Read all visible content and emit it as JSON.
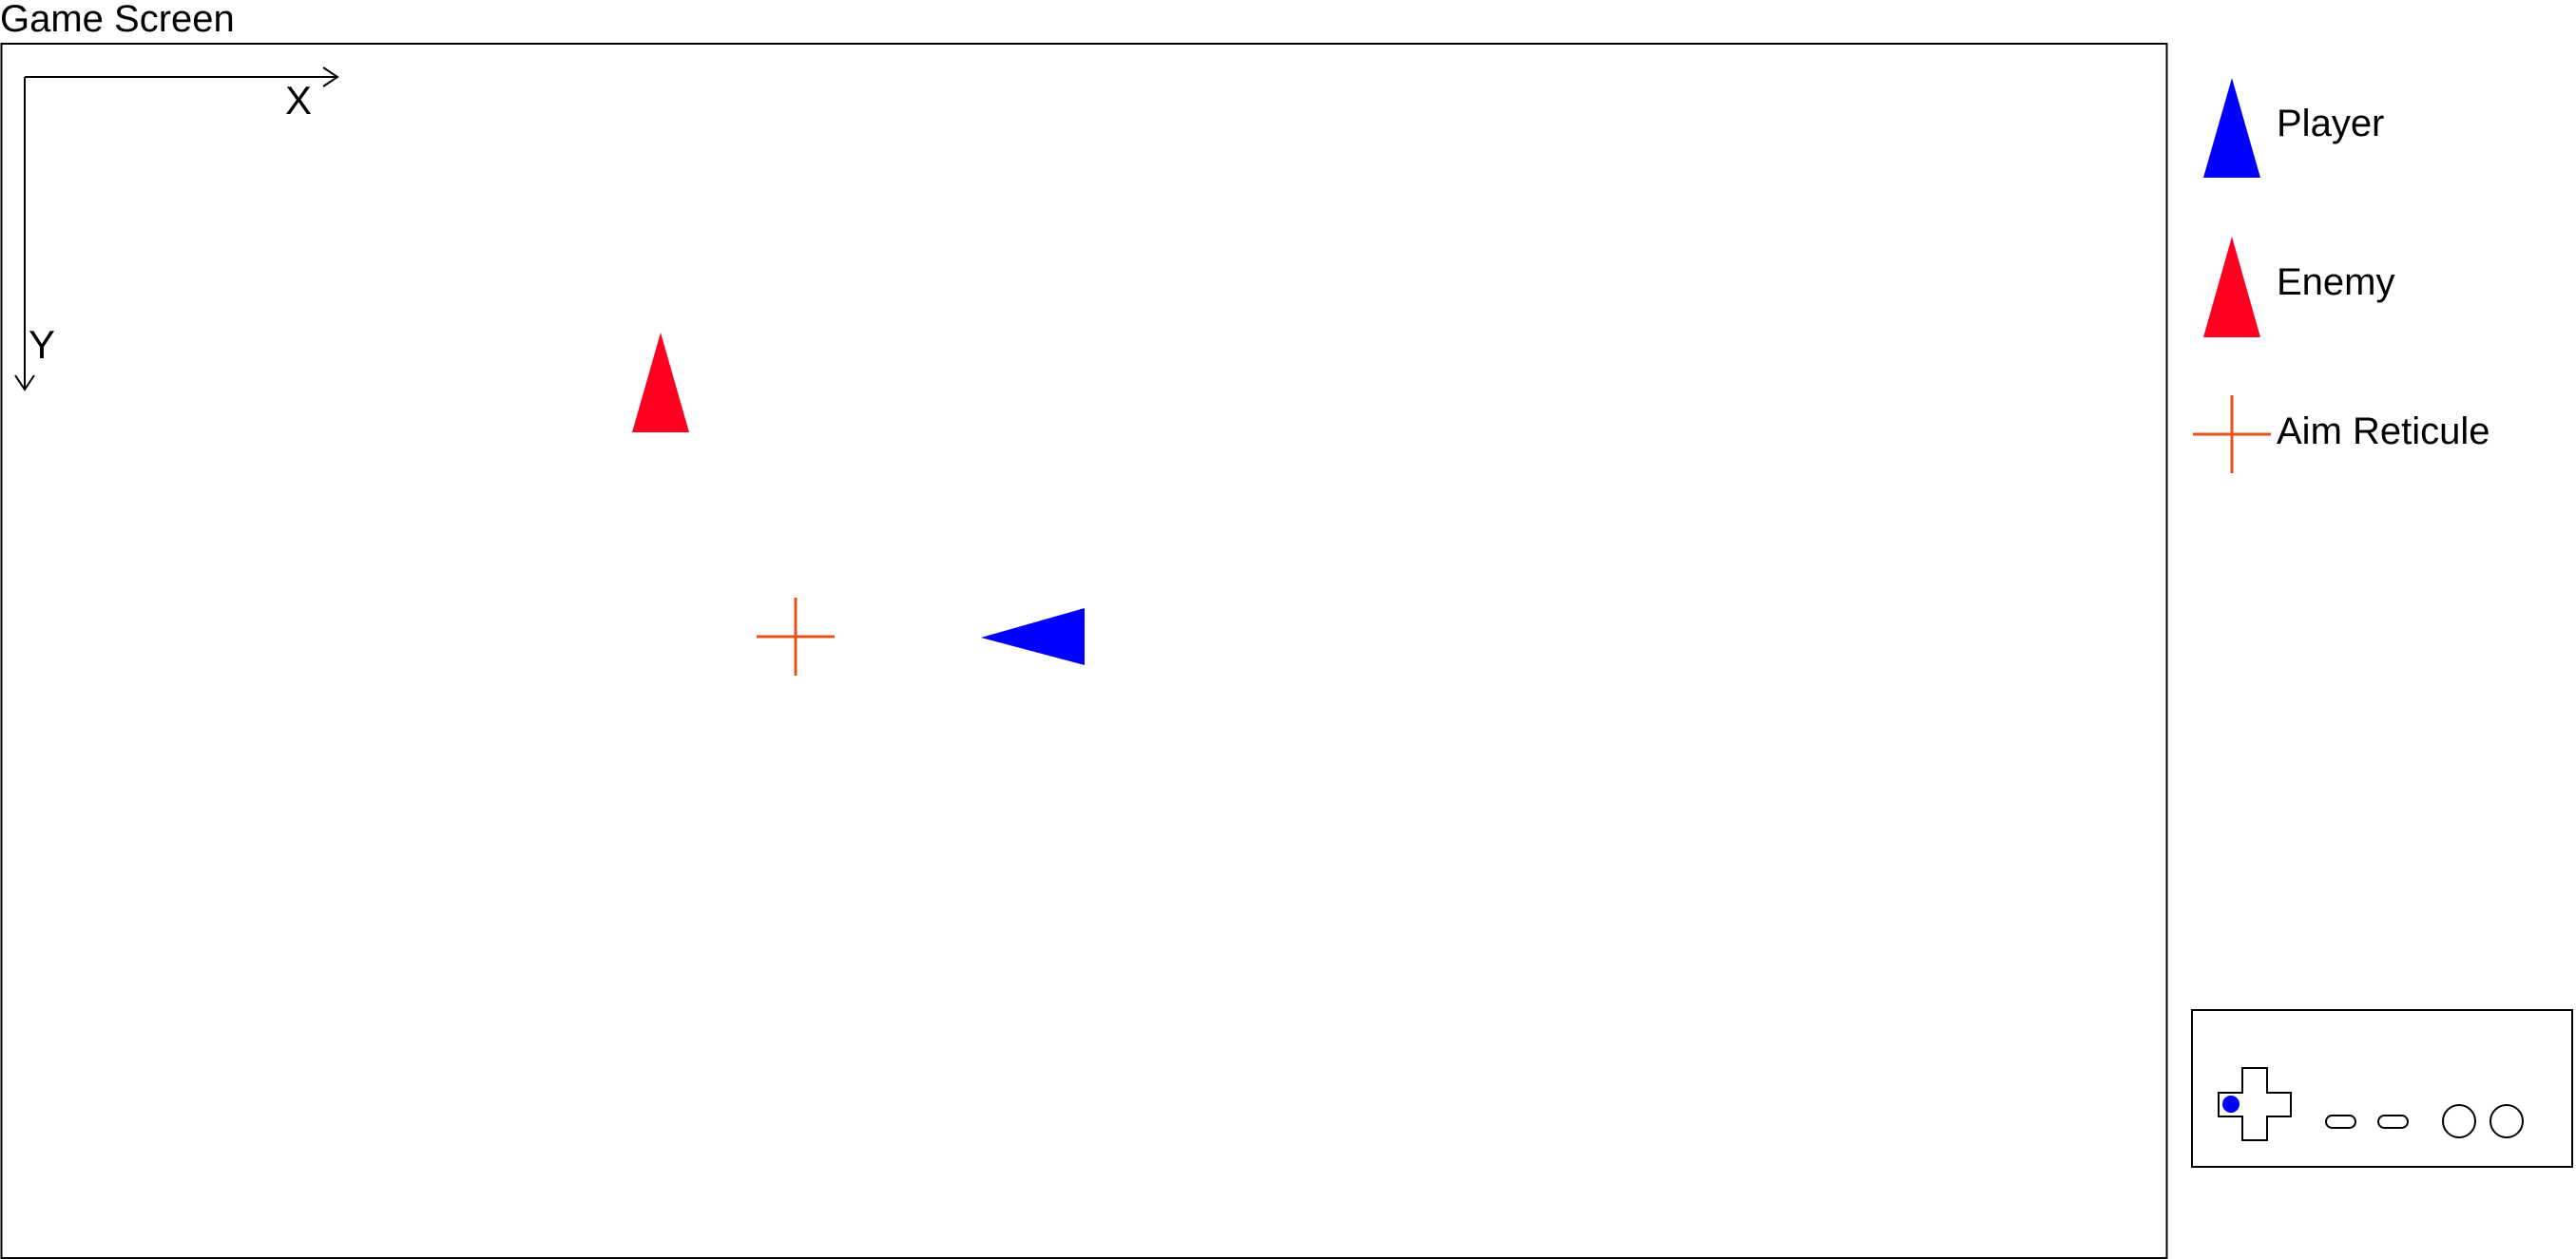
{
  "title": "Game Screen",
  "axes": {
    "x_label": "X",
    "y_label": "Y"
  },
  "legend": {
    "items": [
      {
        "label": "Player",
        "icon": "blue-triangle-icon",
        "color": "#0000ff"
      },
      {
        "label": "Enemy",
        "icon": "red-triangle-icon",
        "color": "#ff0021"
      },
      {
        "label": "Aim Reticule",
        "icon": "crosshair-icon",
        "color": "#e8501c"
      }
    ]
  },
  "game": {
    "player": {
      "facing": "left",
      "color": "#0000ff"
    },
    "enemy": {
      "facing": "up",
      "color": "#ff0021"
    },
    "reticule": {
      "color": "#e8501c"
    }
  },
  "controller": {
    "dpad_pressed": "left",
    "indicator_color": "#0000ff"
  }
}
